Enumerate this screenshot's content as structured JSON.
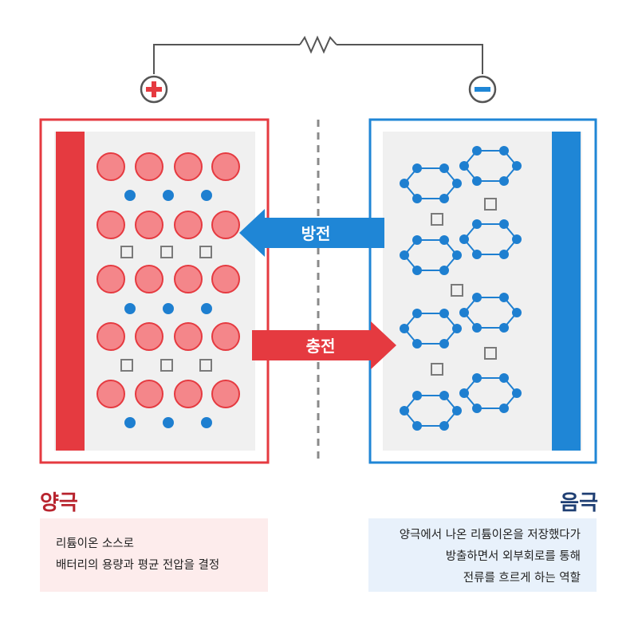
{
  "labels": {
    "positive_sign": "+",
    "negative_sign": "−",
    "discharge": "방전",
    "charge": "충전"
  },
  "cathode": {
    "title": "양극",
    "description": [
      "리튬이온 소스로",
      "배터리의 용량과 평균 전압을 결정"
    ]
  },
  "anode": {
    "title": "음극",
    "description": [
      "양극에서 나온 리튬이온을 저장했다가",
      "방출하면서 외부회로를 통해",
      "전류를 흐르게 하는 역할"
    ]
  },
  "colors": {
    "red": "#e53a40",
    "red_particle": "#f4868a",
    "blue": "#1f86d6",
    "blue_node": "#1e7fd0",
    "panel_inner": "#f0f0f0",
    "wire": "#555555",
    "vacancy": "#7a7a7a"
  },
  "icons": [
    "resistor-icon",
    "plus-terminal-icon",
    "minus-terminal-icon",
    "left-arrow-icon",
    "right-arrow-icon"
  ]
}
